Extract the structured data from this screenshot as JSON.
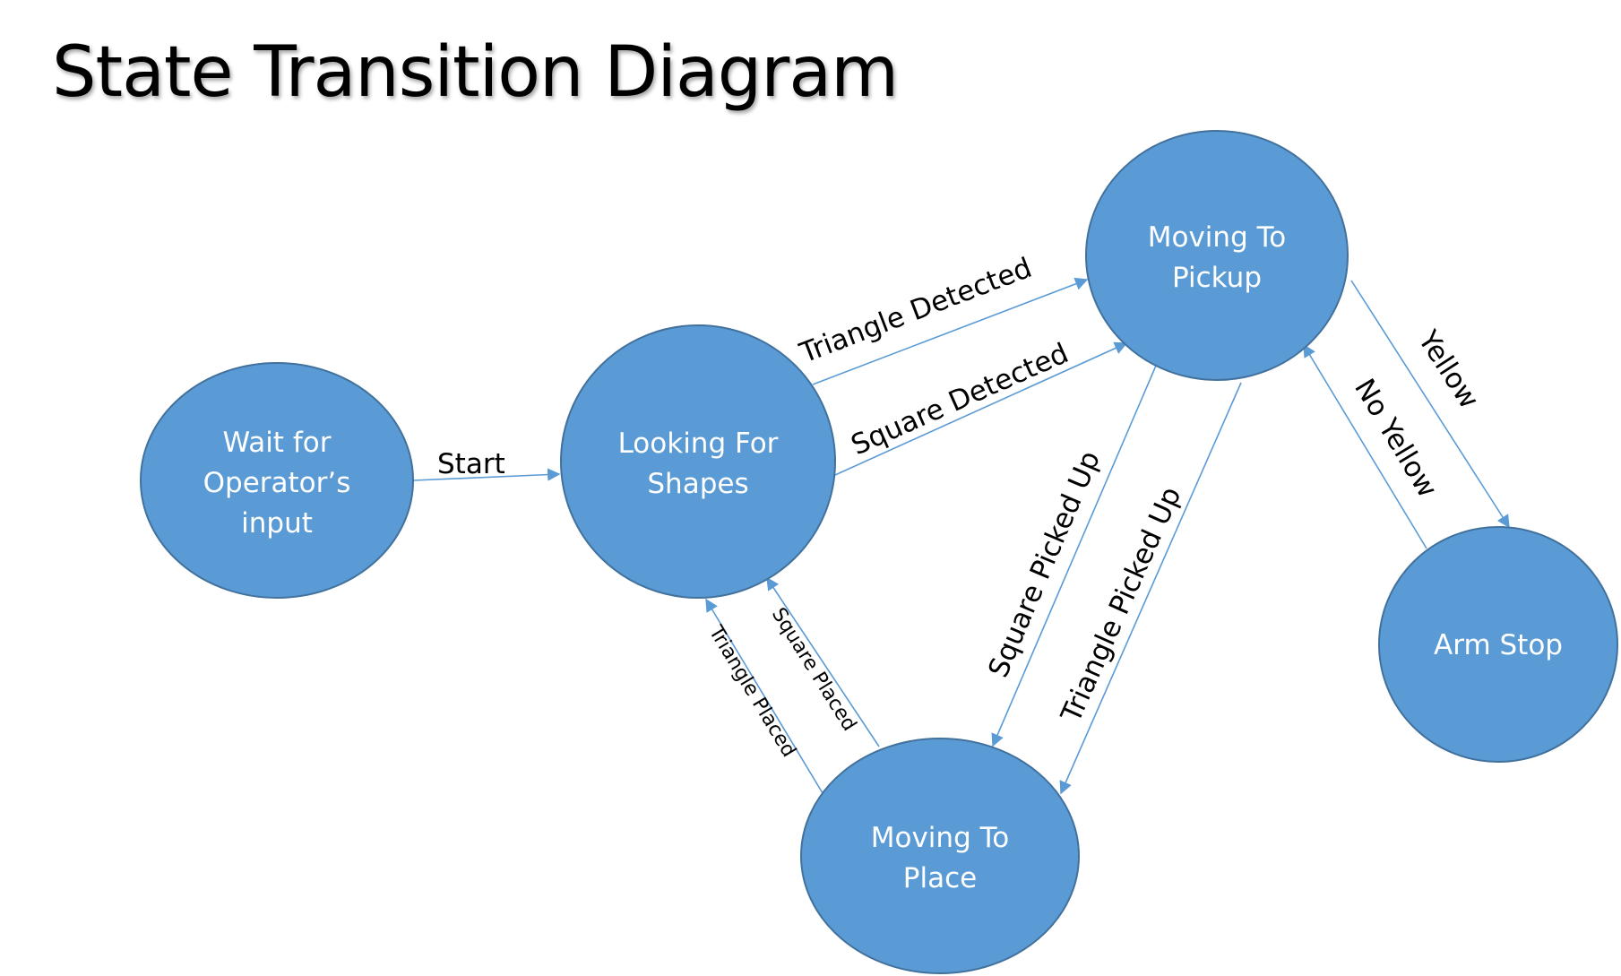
{
  "title": "State Transition Diagram",
  "colors": {
    "node_fill": "#5b9bd5",
    "node_stroke": "#41719c",
    "edge": "#5b9bd5",
    "node_text": "#ffffff",
    "edge_text": "#000000"
  },
  "states": {
    "wait": {
      "line1": "Wait for",
      "line2": "Operator’s",
      "line3": "input"
    },
    "looking": {
      "line1": "Looking For",
      "line2": "Shapes"
    },
    "pickup": {
      "line1": "Moving To",
      "line2": "Pickup"
    },
    "place": {
      "line1": "Moving To",
      "line2": "Place"
    },
    "armstop": {
      "line1": "Arm Stop"
    }
  },
  "transitions": {
    "start": "Start",
    "triangle_detected": "Triangle Detected",
    "square_detected": "Square Detected",
    "square_picked_up": "Square Picked Up",
    "triangle_picked_up": "Triangle Picked Up",
    "yellow": "Yellow",
    "no_yellow": "No Yellow",
    "square_placed": "Square Placed",
    "triangle_placed": "Triangle Placed"
  }
}
